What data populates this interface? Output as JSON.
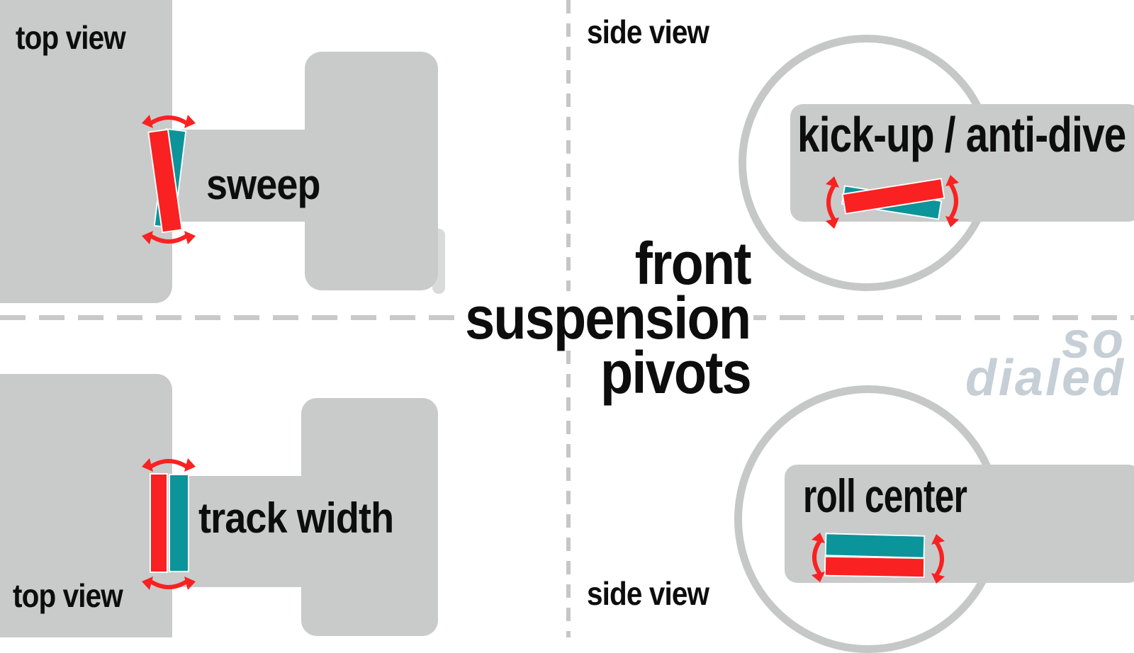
{
  "title": {
    "line1": "front",
    "line2": "suspension",
    "line3": "pivots"
  },
  "watermark": {
    "line1": "so",
    "line2": "dialed"
  },
  "quadrants": {
    "top_left": {
      "view_label": "top view",
      "caption": "sweep"
    },
    "top_right": {
      "view_label": "side view",
      "caption": "kick-up / anti-dive"
    },
    "bottom_left": {
      "view_label": "top view",
      "caption": "track width"
    },
    "bottom_right": {
      "view_label": "side view",
      "caption": "roll center"
    }
  },
  "colors": {
    "background": "#ffffff",
    "chassis_gray": "#c8cbca",
    "chassis_gray_light": "#d9dbda",
    "circle_gray": "#c5c8c7",
    "dash_gray": "#c9c9c9",
    "pivot_red": "#f92121",
    "pivot_teal": "#0b949a",
    "text_black": "#0d0d0d",
    "watermark_gray": "#c6ced6"
  }
}
